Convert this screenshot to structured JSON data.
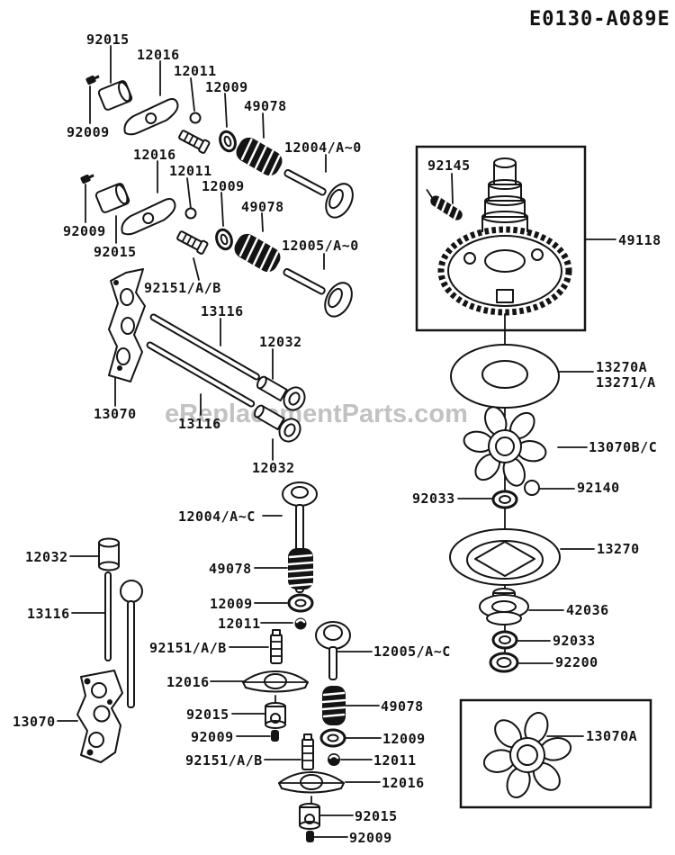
{
  "title": "E0130-A089E",
  "watermark": "eReplacementParts.com",
  "colors": {
    "line": "#141414",
    "background": "#ffffff",
    "watermark": "#c2c2c2"
  },
  "diagram": {
    "labels": [
      "92015",
      "12016",
      "12011",
      "12009",
      "49078",
      "92009",
      "12004/A~0",
      "12016",
      "12011",
      "12009",
      "49078",
      "92009",
      "12005/A~0",
      "92015",
      "92151/A/B",
      "13116",
      "12032",
      "13070",
      "13116",
      "12032",
      "12004/A~C",
      "12032",
      "49078",
      "13116",
      "12009",
      "12011",
      "92151/A/B",
      "12016",
      "13070",
      "92015",
      "92009",
      "92151/A/B",
      "12016",
      "92015",
      "92009",
      "12005/A~C",
      "49078",
      "12009",
      "12011",
      "92145",
      "49118",
      "13270A",
      "13271/A",
      "13070B/C",
      "92140",
      "92033",
      "13270",
      "42036",
      "92033",
      "92200",
      "13070A"
    ]
  }
}
